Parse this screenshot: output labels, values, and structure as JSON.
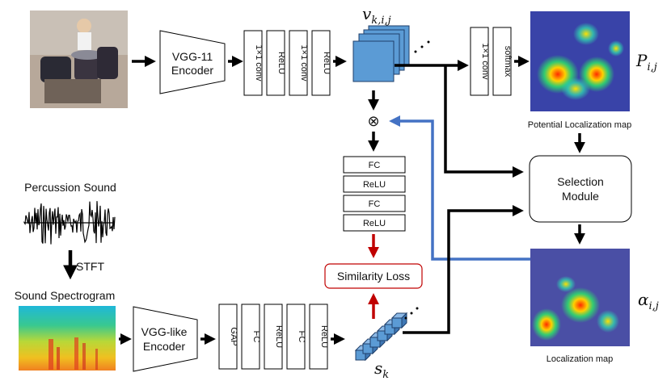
{
  "visual": {
    "encoder_label_1": "VGG-11",
    "encoder_label_2": "Encoder",
    "visual_layers": [
      "1×1 conv",
      "ReLU",
      "1×1 conv",
      "ReLU"
    ],
    "feature_symbol": "v",
    "feature_subscript": "k,i,j",
    "potential_layers": [
      "1×1 conv",
      "softmax"
    ],
    "potential_symbol": "P",
    "potential_subscript": "i,j",
    "potential_caption": "Potential Localization map"
  },
  "fusion": {
    "multiply_symbol": "⊗",
    "fc_stack": [
      "FC",
      "ReLU",
      "FC",
      "ReLU"
    ],
    "similarity_label": "Similarity Loss"
  },
  "selection": {
    "label_1": "Selection",
    "label_2": "Module"
  },
  "localization": {
    "symbol": "α",
    "subscript": "i,j",
    "caption": "Localization map"
  },
  "audio": {
    "sound_title": "Percussion Sound",
    "stft_label": "STFT",
    "spectrogram_title": "Sound Spectrogram",
    "encoder_label_1": "VGG-like",
    "encoder_label_2": "Encoder",
    "audio_layers": [
      "GAP",
      "FC",
      "ReLU",
      "FC",
      "ReLU"
    ],
    "sound_symbol": "s",
    "sound_subscript": "k"
  },
  "colors": {
    "feature_blue": "#5b9bd5",
    "feedback_blue": "#4472c4",
    "loss_red": "#c00000",
    "arrow_black": "#000000"
  }
}
